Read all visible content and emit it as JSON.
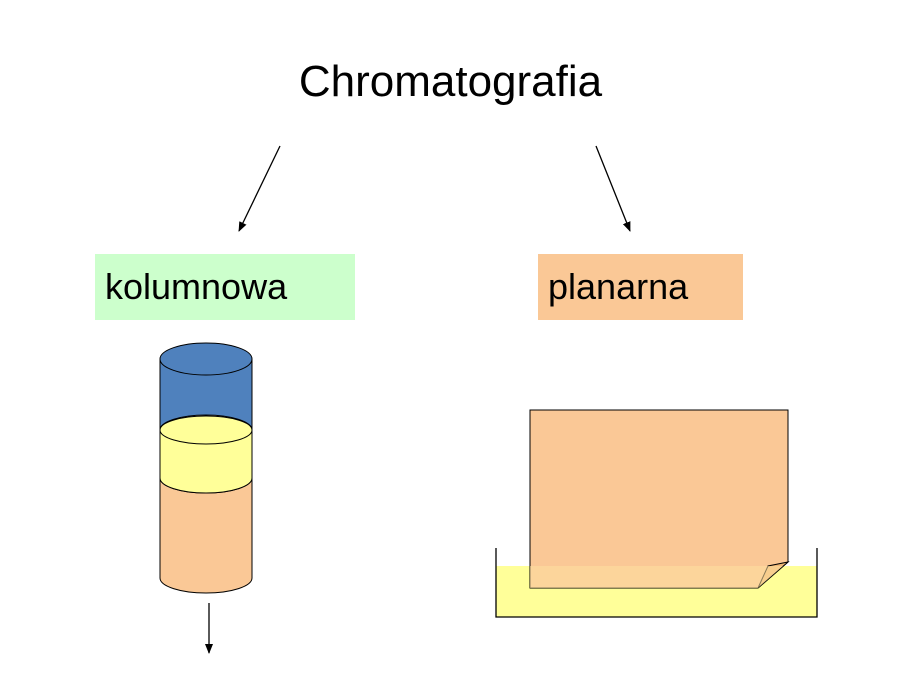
{
  "title": "Chromatografia",
  "left": {
    "label": "kolumnowa",
    "label_bg": "#ccffcc",
    "column": {
      "top_color": "#4f81bd",
      "middle_color": "#ffff99",
      "bottom_color": "#fac896"
    }
  },
  "right": {
    "label": "planarna",
    "label_bg": "#fac896",
    "sheet_color": "#fac896",
    "tank_liquid_color": "#ffff99"
  },
  "colors": {
    "stroke": "#000000"
  }
}
